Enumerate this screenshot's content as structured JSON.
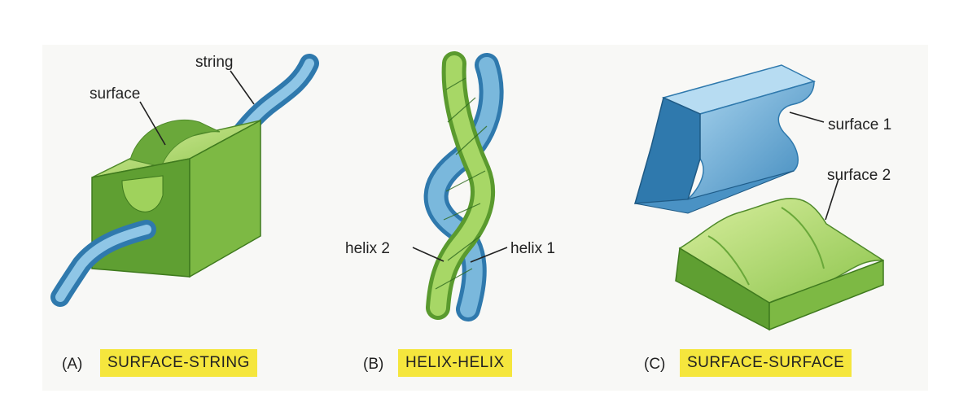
{
  "panels": [
    {
      "letter": "(A)",
      "title": "SURFACE-STRING",
      "labels": {
        "string": "string",
        "surface": "surface"
      }
    },
    {
      "letter": "(B)",
      "title": "HELIX-HELIX",
      "labels": {
        "helix2": "helix 2",
        "helix1": "helix 1"
      }
    },
    {
      "letter": "(C)",
      "title": "SURFACE-SURFACE",
      "labels": {
        "surface1": "surface 1",
        "surface2": "surface 2"
      }
    }
  ],
  "colors": {
    "green_face": "#9fd25c",
    "green_dark": "#5a9a2e",
    "blue_face": "#7ab8dc",
    "blue_dark": "#2f79ad",
    "caption_highlight": "#f5e63d"
  }
}
